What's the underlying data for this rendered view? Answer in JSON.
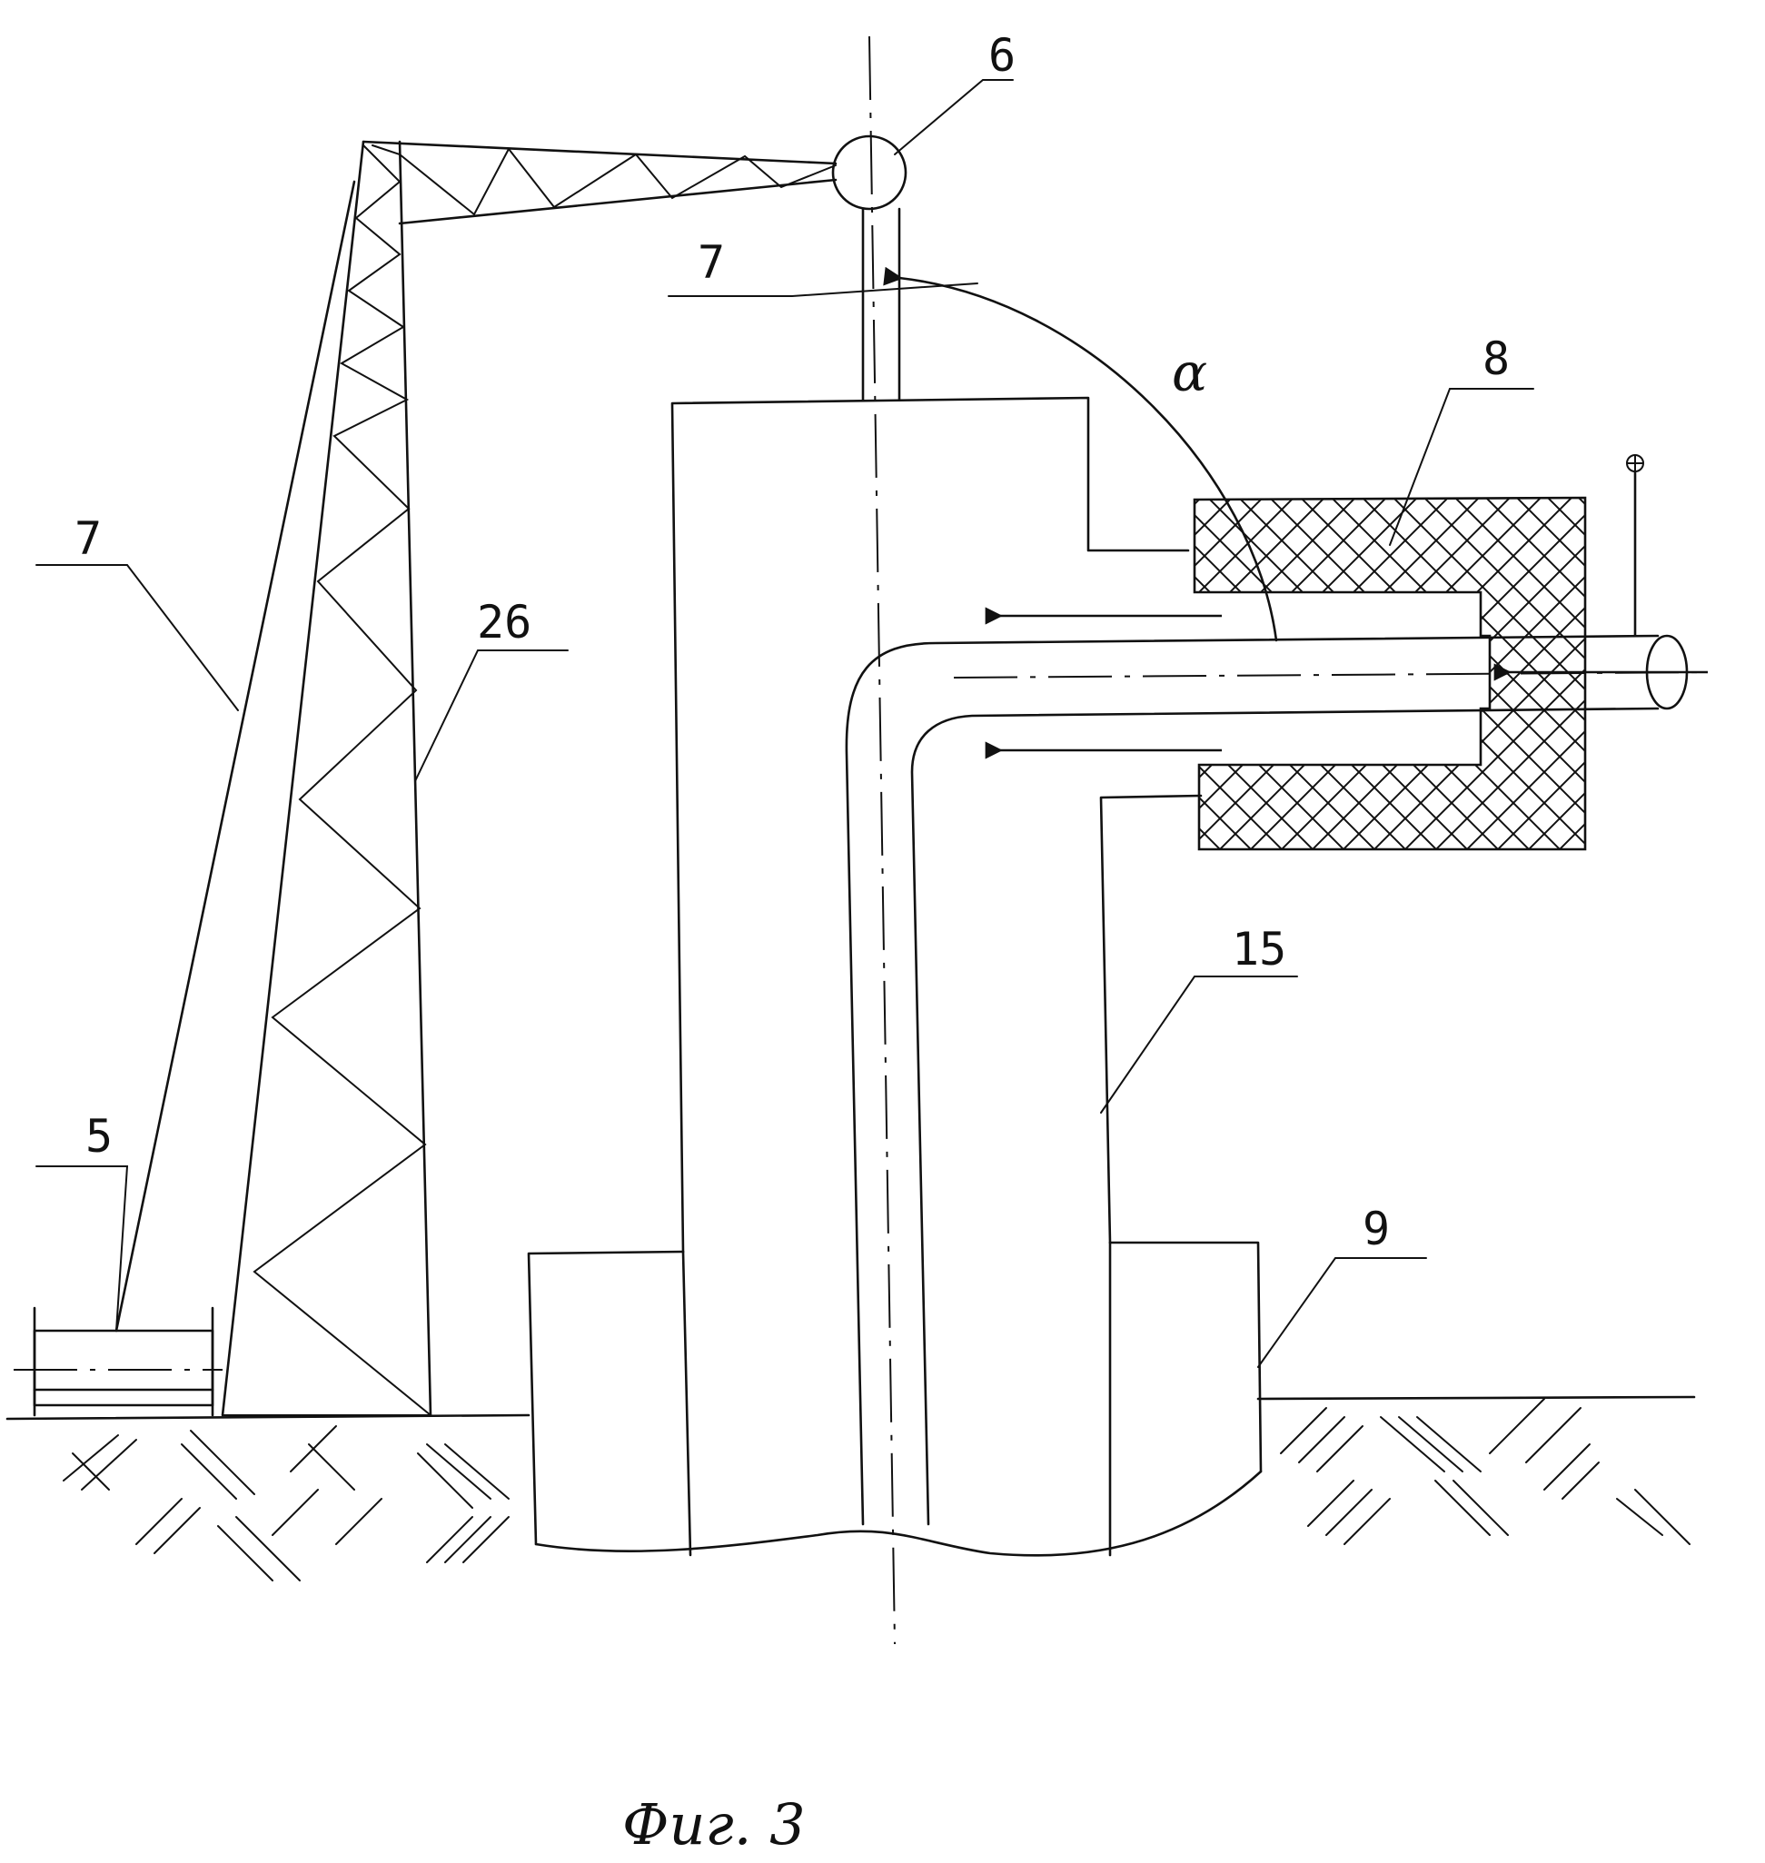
{
  "labels": {
    "l6": "6",
    "l7_top": "7",
    "l7_left": "7",
    "l8": "8",
    "l26": "26",
    "l5": "5",
    "l15": "15",
    "l9": "9",
    "alpha": "α",
    "plus": "⊕"
  },
  "caption": "Фиг. 3",
  "colors": {
    "ink": "#111111",
    "paper": "#ffffff"
  }
}
